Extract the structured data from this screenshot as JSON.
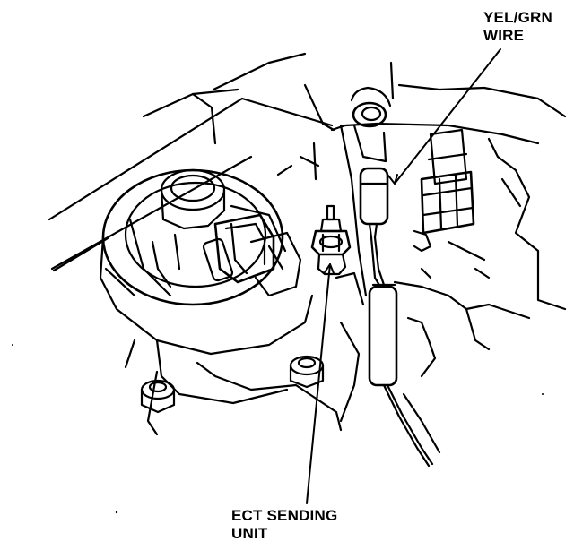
{
  "labels": {
    "wire": {
      "line1": "YEL/GRN",
      "line2": "WIRE"
    },
    "sensor": {
      "line1": "ECT SENDING",
      "line2": "UNIT"
    }
  },
  "colors": {
    "ink": "#000000",
    "paper": "#ffffff"
  }
}
